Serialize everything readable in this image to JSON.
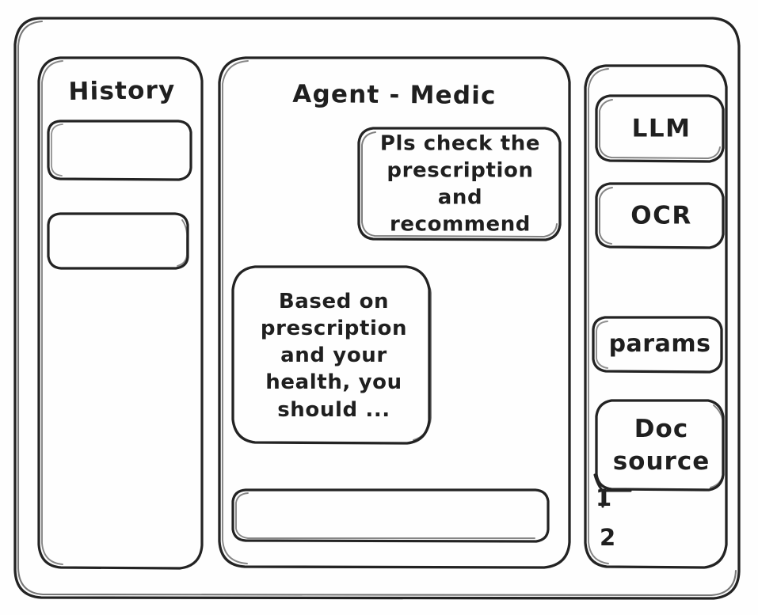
{
  "window": {
    "frame_name": "application-window"
  },
  "sidebar_left": {
    "title": "History",
    "items": [
      {
        "label": ""
      },
      {
        "label": ""
      }
    ]
  },
  "main": {
    "title": "Agent - Medic",
    "messages": [
      {
        "role": "user",
        "text": "Pls check the\nprescription\nand recommend"
      },
      {
        "role": "assistant",
        "text": "Based on\nprescription\nand your\nhealth, you\nshould ..."
      }
    ],
    "composer": {
      "value": "",
      "placeholder": ""
    }
  },
  "sidebar_right": {
    "tools": [
      {
        "label": "LLM"
      },
      {
        "label": "OCR"
      }
    ],
    "params": {
      "label": "params"
    },
    "doc_source": {
      "label": "Doc\nsource",
      "items": [
        {
          "marker": "1"
        },
        {
          "marker": "2"
        }
      ]
    }
  },
  "style": {
    "ink": "#232323",
    "paper": "#fefefe"
  }
}
